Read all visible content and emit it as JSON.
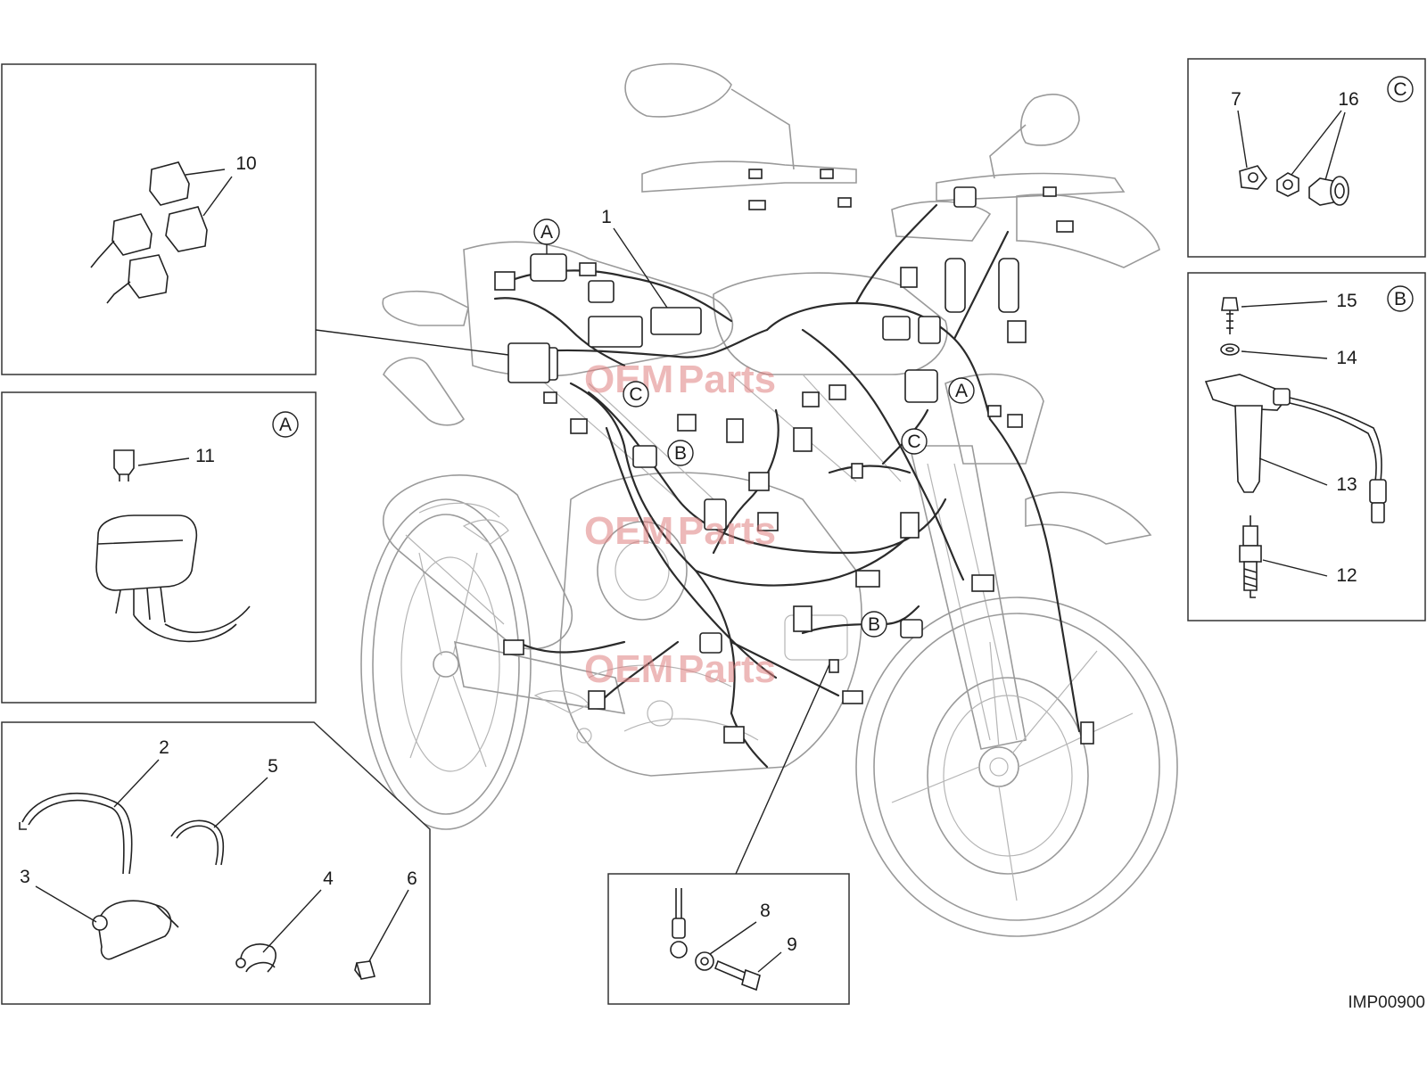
{
  "diagram": {
    "code": "IMP00900",
    "watermark": {
      "text_a": "OEM",
      "text_b": "Parts",
      "color": "#e08080"
    },
    "callouts": {
      "c1": "1",
      "c2": "2",
      "c3": "3",
      "c4": "4",
      "c5": "5",
      "c6": "6",
      "c7": "7",
      "c8": "8",
      "c9": "9",
      "c10": "10",
      "c11": "11",
      "c12": "12",
      "c13": "13",
      "c14": "14",
      "c15": "15",
      "c16": "16"
    },
    "markers": {
      "a": "A",
      "b": "B",
      "c": "C"
    }
  }
}
